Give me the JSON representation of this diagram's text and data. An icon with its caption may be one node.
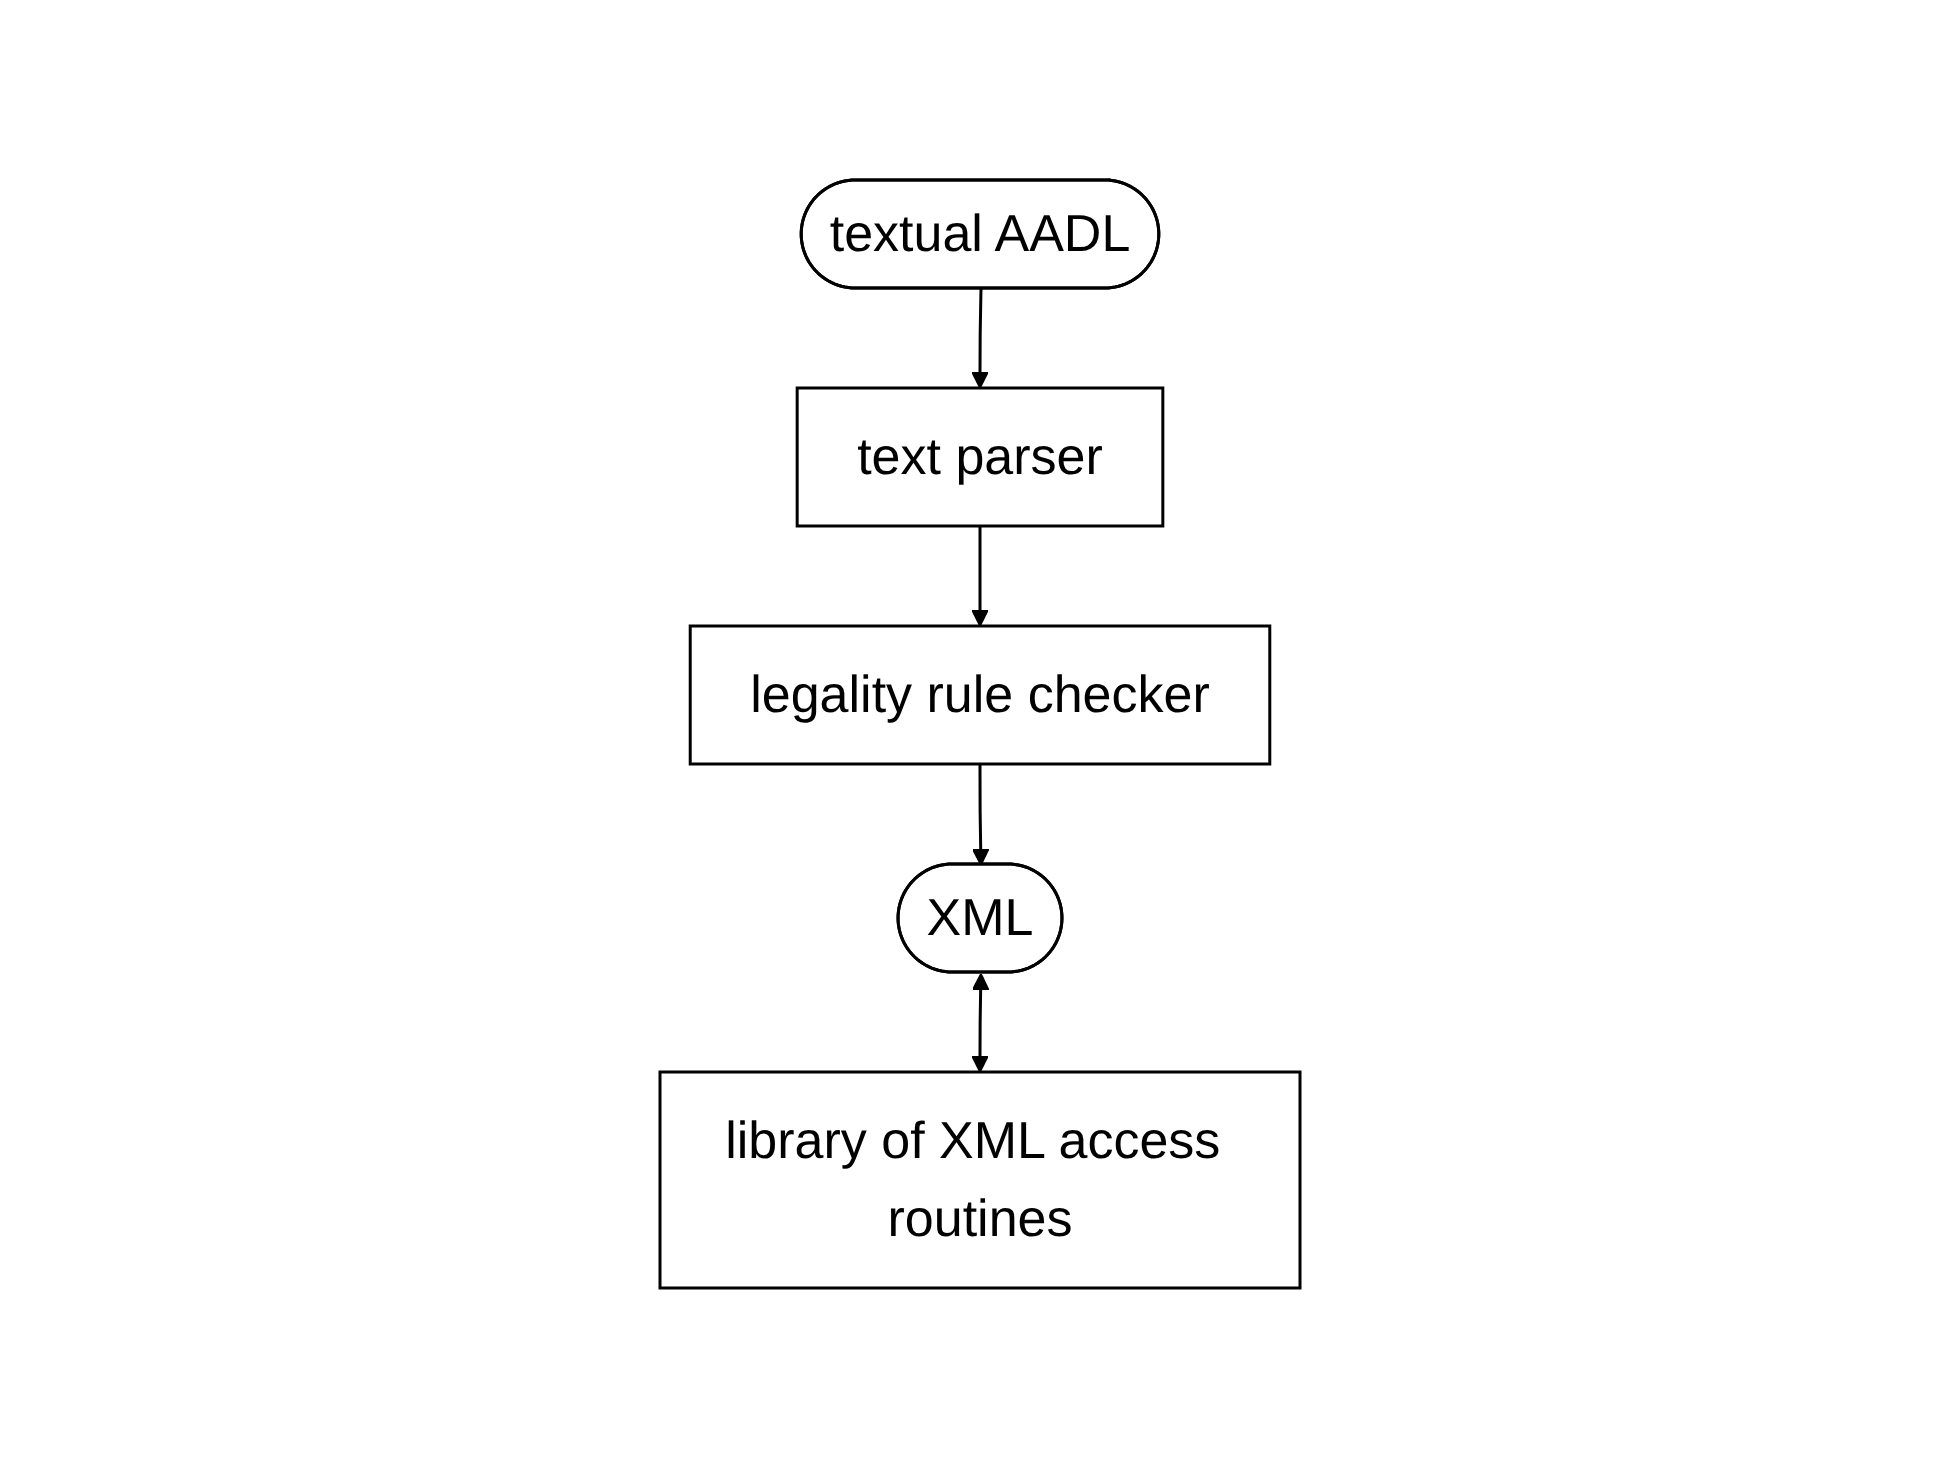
{
  "diagram": {
    "nodes": [
      {
        "text": [
          "textual AADL"
        ]
      },
      {
        "text": [
          "text parser"
        ]
      },
      {
        "text": [
          "legality rule checker"
        ]
      },
      {
        "text": [
          "XML"
        ]
      },
      {
        "text": [
          "library of XML access routines"
        ]
      }
    ],
    "edges": [
      {
        "from": 0,
        "to": 1,
        "arrow": "to"
      },
      {
        "from": 1,
        "to": 2,
        "arrow": "to"
      },
      {
        "from": 2,
        "to": 3,
        "arrow": "to"
      },
      {
        "from": 3,
        "to": 4,
        "arrow": "both"
      }
    ]
  }
}
